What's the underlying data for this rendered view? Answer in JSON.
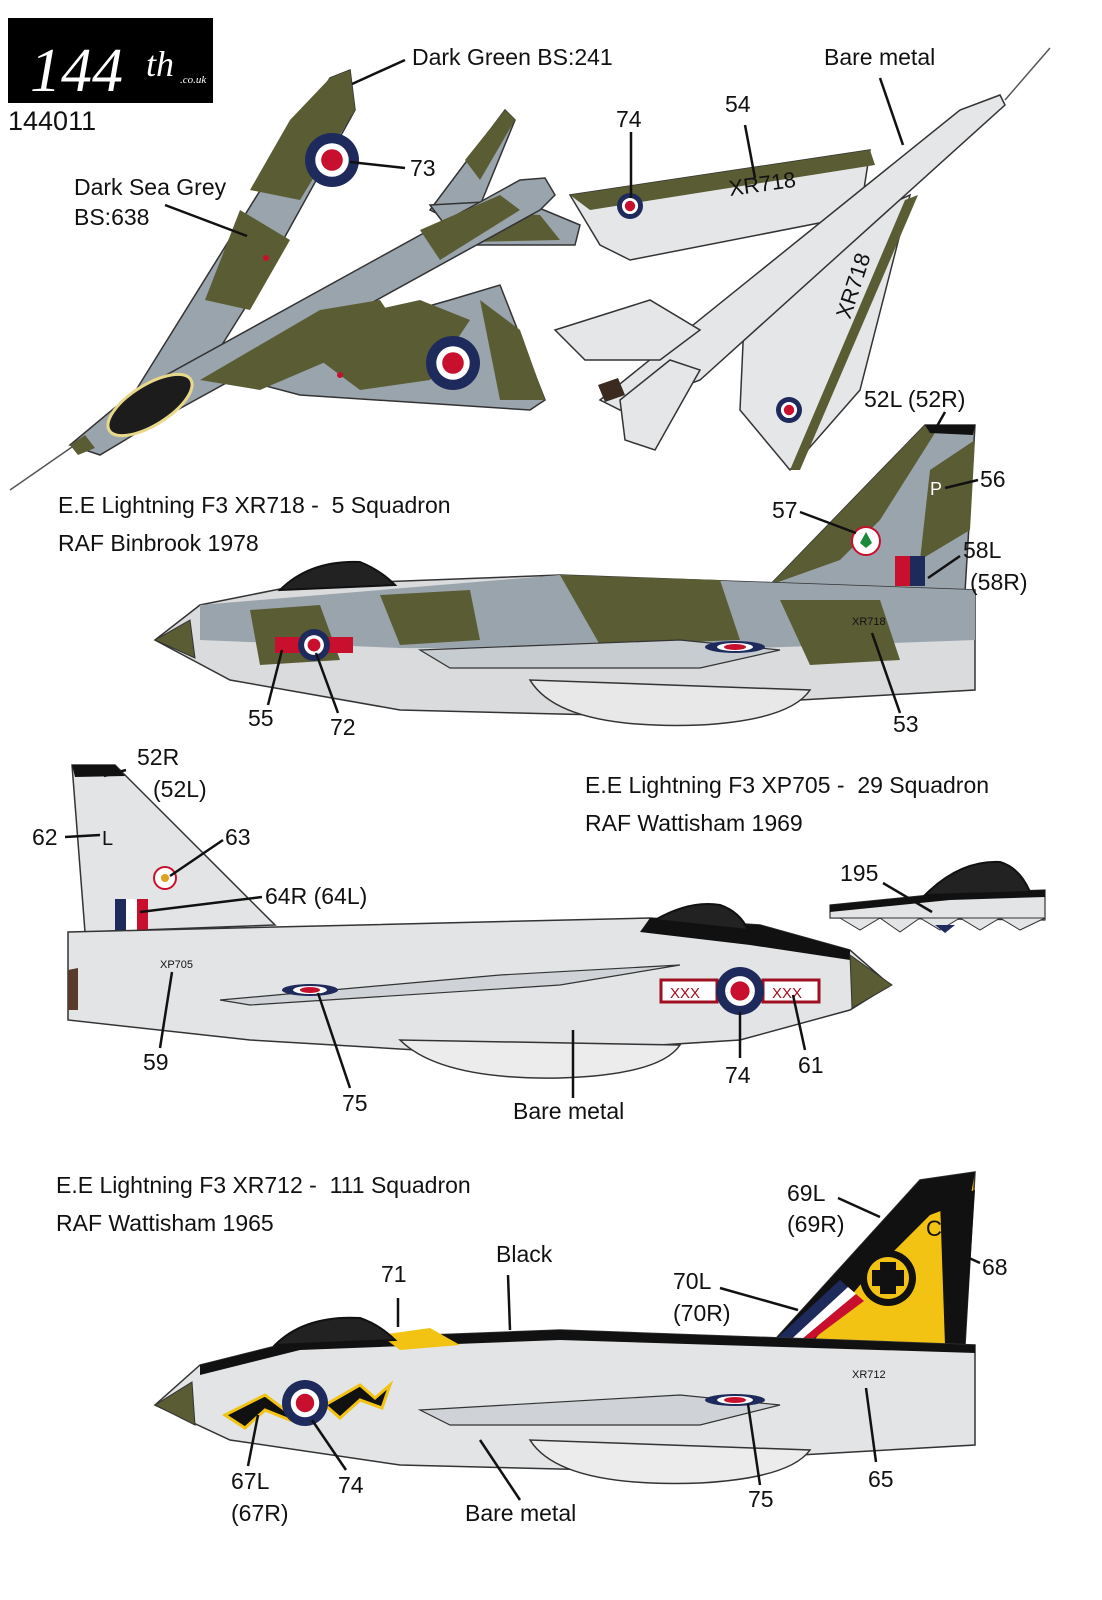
{
  "logo": {
    "main": "144",
    "sup": "th",
    "domain": ".co.uk"
  },
  "catalog_number": "144011",
  "colors": {
    "dark_green": "#5a5c34",
    "dark_sea_grey": "#9aa4ad",
    "bare_metal": "#dcdcdc",
    "roundel_blue": "#1f2a5c",
    "roundel_red": "#c8102e",
    "yellow": "#f2c313",
    "black": "#111111"
  },
  "labels": {
    "dark_green": "Dark Green BS:241",
    "dark_sea_grey_1": "Dark Sea Grey",
    "dark_sea_grey_2": "BS:638",
    "bare_metal_top": "Bare metal",
    "bare_metal_mid": "Bare metal",
    "bare_metal_bottom": "Bare metal",
    "black": "Black"
  },
  "titles": {
    "xr718": "E.E Lightning F3 XR718 -  5 Squadron\nRAF Binbrook 1978",
    "xp705": "E.E Lightning F3 XP705 -  29 Squadron\nRAF Wattisham 1969",
    "xr712": "E.E Lightning F3 XR712 -  111 Squadron\nRAF Wattisham 1965"
  },
  "serials": {
    "underside_wing": "XR718",
    "underside_fus": "XR718",
    "xr718_side": "XR718",
    "xp705_side": "XP705",
    "xr712_side": "XR712",
    "fin_letter_xr718": "P",
    "fin_letter_xp705": "L",
    "fin_letter_xr712": "C"
  },
  "callouts": {
    "c73": "73",
    "c74a": "74",
    "c54": "54",
    "c52l": "52L (52R)",
    "c56": "56",
    "c57": "57",
    "c58l": "58L",
    "c58r": "(58R)",
    "c55": "55",
    "c72": "72",
    "c53": "53",
    "c52r": "52R",
    "c52l_b": "(52L)",
    "c62": "62",
    "c63": "63",
    "c64r": "64R (64L)",
    "c195": "195",
    "c59": "59",
    "c75a": "75",
    "c74b": "74",
    "c61": "61",
    "c69l": "69L",
    "c69r": "(69R)",
    "c68": "68",
    "c70l": "70L",
    "c70r": "(70R)",
    "c71": "71",
    "c67l": "67L",
    "c67r": "(67R)",
    "c74c": "74",
    "c75b": "75",
    "c65": "65"
  },
  "xxx_marking": "XXX"
}
